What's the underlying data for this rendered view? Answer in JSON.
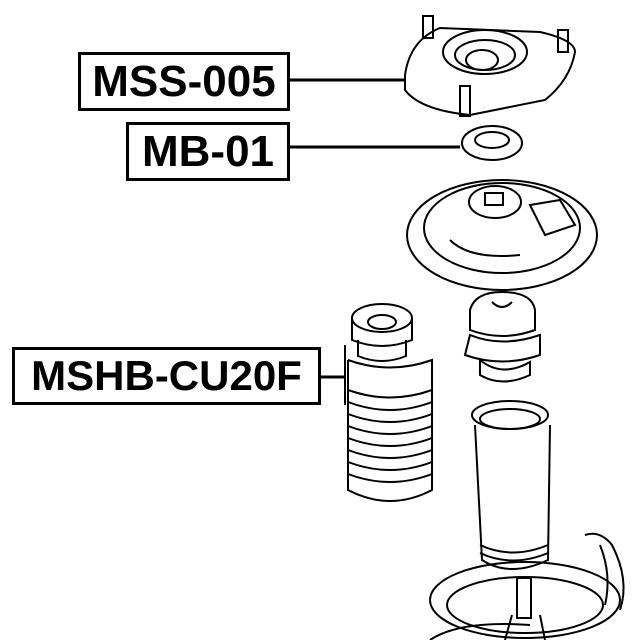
{
  "diagram": {
    "type": "exploded-parts-view",
    "subject": "front strut mount assembly",
    "labels": [
      {
        "id": "mss",
        "text": "MSS-005",
        "points_to": "strut-mount-top"
      },
      {
        "id": "mb",
        "text": "MB-01",
        "points_to": "strut-bearing"
      },
      {
        "id": "mshb",
        "text": "MSHB-CU20F",
        "points_to": "dust-boot-bellows"
      }
    ],
    "parts": [
      "strut-mount-top",
      "strut-bearing",
      "spring-seat",
      "dust-boot-bellows",
      "bump-stop",
      "dust-cover-tube",
      "coil-spring-with-shock"
    ],
    "colors": {
      "line": "#000000",
      "background": "#ffffff"
    }
  }
}
